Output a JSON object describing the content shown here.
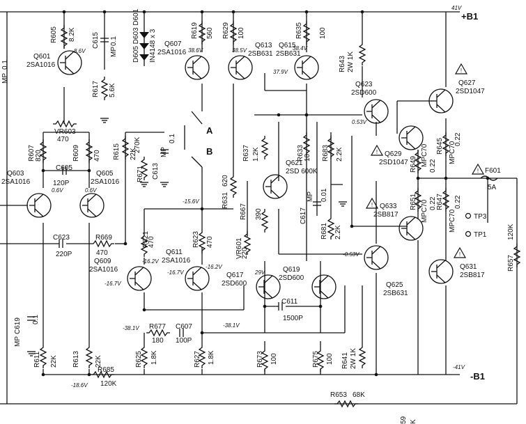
{
  "rails": {
    "pos_label": "+B1",
    "neg_label": "-B1",
    "pos_v": "41V",
    "neg_v": "-41V"
  },
  "switch": {
    "a": "A",
    "b": "B"
  },
  "testpoints": [
    "TP3",
    "TP1"
  ],
  "fuse": {
    "ref": "F601",
    "rating": "5A"
  },
  "transistors": [
    {
      "ref": "Q601",
      "part": "2SA1016"
    },
    {
      "ref": "Q603",
      "part": "2SA1016"
    },
    {
      "ref": "Q605",
      "part": "2SA1016"
    },
    {
      "ref": "Q607",
      "part": "2SA1016"
    },
    {
      "ref": "Q609",
      "part": "2SA1016"
    },
    {
      "ref": "Q611",
      "part": "2SA1016"
    },
    {
      "ref": "Q613",
      "part": "2SB631"
    },
    {
      "ref": "Q615",
      "part": "2SB631"
    },
    {
      "ref": "Q617",
      "part": "2SD600"
    },
    {
      "ref": "Q619",
      "part": "2SD600"
    },
    {
      "ref": "Q621",
      "part": "2SD 600K"
    },
    {
      "ref": "Q623",
      "part": "2SD600"
    },
    {
      "ref": "Q625",
      "part": "2SB631"
    },
    {
      "ref": "Q627",
      "part": "2SD1047"
    },
    {
      "ref": "Q629",
      "part": "2SD1047"
    },
    {
      "ref": "Q631",
      "part": "2SB817"
    },
    {
      "ref": "Q633",
      "part": "2SB817"
    }
  ],
  "resistors": [
    {
      "ref": "R605",
      "val": "8.2K"
    },
    {
      "ref": "R617",
      "val": "5.6K"
    },
    {
      "ref": "R619",
      "val": "560"
    },
    {
      "ref": "R629",
      "val": "100"
    },
    {
      "ref": "R635",
      "val": "100"
    },
    {
      "ref": "R643",
      "val": "2W 1K"
    },
    {
      "ref": "VR603",
      "val": "470"
    },
    {
      "ref": "R607",
      "val": "820"
    },
    {
      "ref": "R609",
      "val": "470"
    },
    {
      "ref": "R615",
      "val": "22K"
    },
    {
      "ref": "R671",
      "val": "270K"
    },
    {
      "ref": "R637",
      "val": "1.2K"
    },
    {
      "ref": "R633",
      "val": "10"
    },
    {
      "ref": "R683",
      "val": "2.2K"
    },
    {
      "ref": "R649",
      "val": "0.22"
    },
    {
      "ref": "R645",
      "val": "0.22"
    },
    {
      "ref": "R669",
      "val": "470"
    },
    {
      "ref": "R631",
      "val": "620"
    },
    {
      "ref": "R667",
      "val": "390"
    },
    {
      "ref": "R681",
      "val": "2.2K"
    },
    {
      "ref": "R651",
      "val": "0.22"
    },
    {
      "ref": "R647",
      "val": "0.22"
    },
    {
      "ref": "R621",
      "val": "470"
    },
    {
      "ref": "R623",
      "val": "470"
    },
    {
      "ref": "R657",
      "val": "120K"
    },
    {
      "ref": "R677",
      "val": "180"
    },
    {
      "ref": "R611",
      "val": "22K"
    },
    {
      "ref": "R613",
      "val": "22K"
    },
    {
      "ref": "R625",
      "val": "1.8K"
    },
    {
      "ref": "R627",
      "val": "1.8K"
    },
    {
      "ref": "R673",
      "val": "100"
    },
    {
      "ref": "R675",
      "val": "100"
    },
    {
      "ref": "R641",
      "val": "2W 1K"
    },
    {
      "ref": "R685",
      "val": "120K"
    },
    {
      "ref": "R653",
      "val": "68K"
    }
  ],
  "vr601": {
    "ref": "VR601",
    "val": "220"
  },
  "capacitors": [
    {
      "ref": "C615",
      "val": "0.1",
      "note": "MP"
    },
    {
      "ref": "C613",
      "val": "0.1",
      "note": "MP"
    },
    {
      "ref": "C605",
      "val": "120P"
    },
    {
      "ref": "C623",
      "val": "220P"
    },
    {
      "ref": "C617",
      "val": "0.01",
      "note": "MP"
    },
    {
      "ref": "C611",
      "val": "1500P"
    },
    {
      "ref": "C607",
      "val": "100P"
    },
    {
      "ref": "C619",
      "val": "0.1",
      "note": "MP"
    }
  ],
  "diodes": {
    "refs": "D605 D603 D601",
    "part": "IN4148 x 3"
  },
  "mpc": [
    "MPC70",
    "MPC70",
    "MPC70",
    "MPC70"
  ],
  "voltages": [
    "8.6V",
    "38.6V",
    "38.5V",
    "38.4V",
    "37.9V",
    "0.53V",
    "0.6V",
    "0.6V",
    "-15.6V",
    "-16.2V",
    "-16.2V",
    "-16.7V",
    "-16.7V",
    "29V",
    "-0.53V",
    "-38.1V",
    "-38.1V",
    "-18.6V"
  ],
  "edge_fragments": [
    "0.1",
    "MP",
    "59",
    "K"
  ]
}
